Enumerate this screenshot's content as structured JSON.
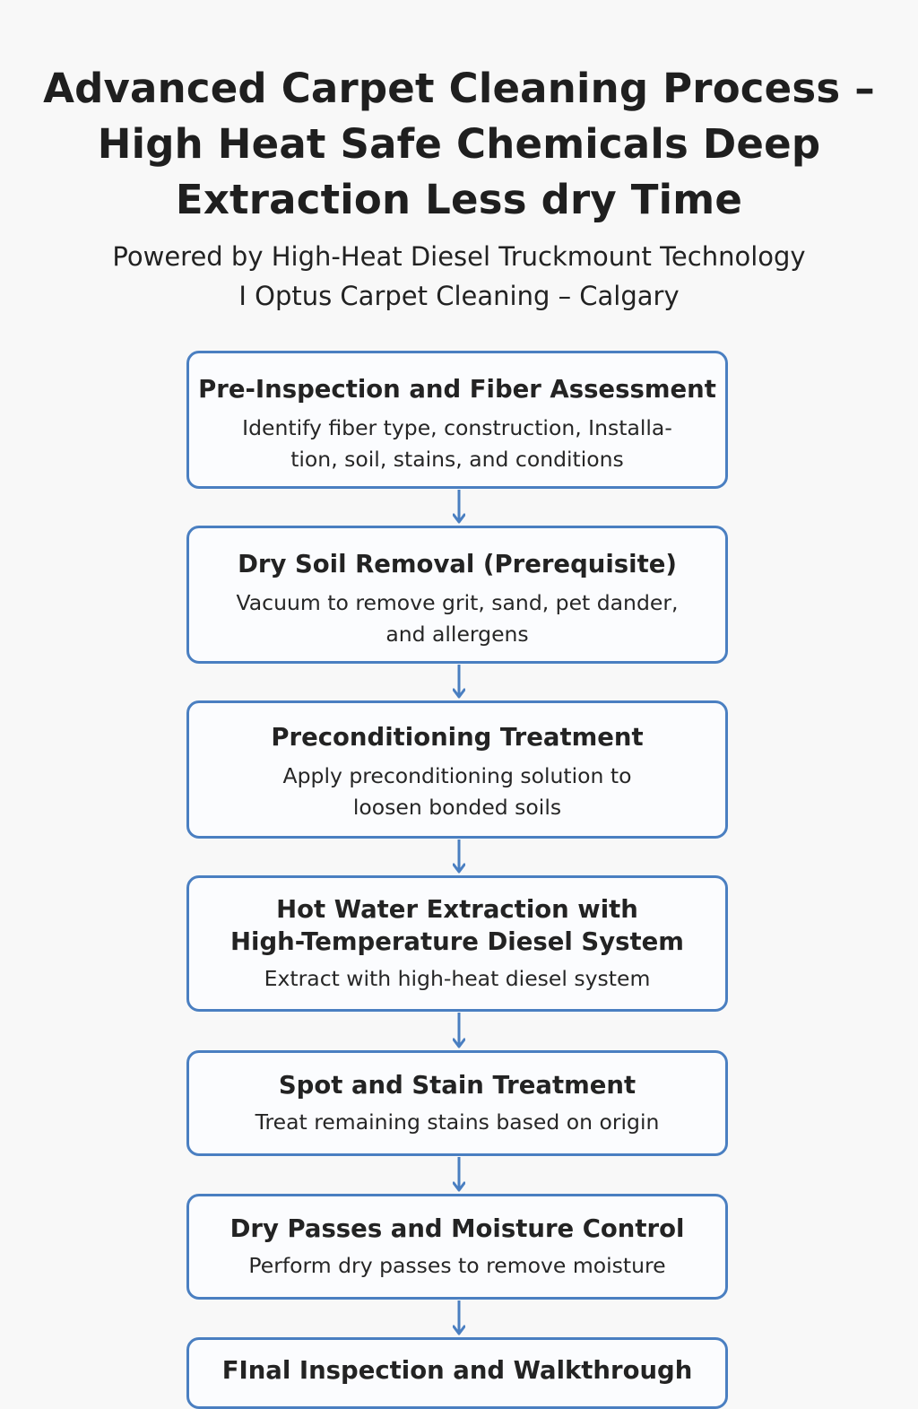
{
  "title": {
    "line1": "Advanced Carpet Cleaning Process –",
    "line2": "High Heat Safe Chemicals Deep",
    "line3": "Extraction Less dry Time"
  },
  "subtitle": {
    "line1": "Powered by High-Heat Diesel Truckmount Technology",
    "line2": "I Optus Carpet Cleaning – Calgary"
  },
  "colors": {
    "accent": "#4a7fc1",
    "background": "#f8f8f8",
    "text": "#1f1f1f"
  },
  "steps": [
    {
      "title_lines": [
        "Pre-Inspection and Fiber Assessment"
      ],
      "desc_lines": [
        "Identify fiber type, construction, Installa-",
        "tion, soil, stains, and conditions"
      ]
    },
    {
      "title_lines": [
        "Dry Soil Removal (Prerequisite)"
      ],
      "desc_lines": [
        "Vacuum to remove grit, sand, pet dander,",
        "and allergens"
      ]
    },
    {
      "title_lines": [
        "Preconditioning Treatment"
      ],
      "desc_lines": [
        "Apply preconditioning solution to",
        "loosen bonded soils"
      ]
    },
    {
      "title_lines": [
        "Hot Water Extraction with",
        "High-Temperature Diesel System"
      ],
      "desc_lines": [
        "Extract with high-heat diesel system"
      ]
    },
    {
      "title_lines": [
        "Spot and Stain Treatment"
      ],
      "desc_lines": [
        "Treat remaining stains based on origin"
      ]
    },
    {
      "title_lines": [
        "Dry Passes and Moisture Control"
      ],
      "desc_lines": [
        "Perform dry passes to remove moisture"
      ]
    },
    {
      "title_lines": [
        "FInal Inspection and Walkthrough"
      ],
      "desc_lines": []
    }
  ]
}
